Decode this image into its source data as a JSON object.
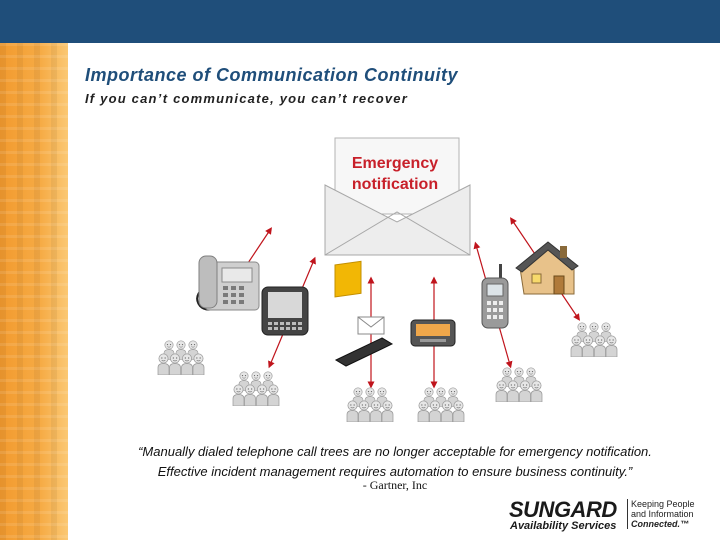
{
  "slide": {
    "title": "Importance of Communication Continuity",
    "subtitle": "If you can’t communicate, you can’t recover",
    "envelope_text_line1": "Emergency",
    "envelope_text_line2": "notification",
    "quote_line1": "“Manually dialed telephone call trees are no longer acceptable for emergency notification.",
    "quote_line2": "Effective incident management requires automation to ensure business continuity.”",
    "attribution": "- Gartner, Inc"
  },
  "logo": {
    "brand": "SUNGARD",
    "brand_sub": "Availability Services",
    "tagline_line1": "Keeping People",
    "tagline_line2": "and Information",
    "tagline_line3": "Connected.™"
  },
  "colors": {
    "header_blue": "#1f4e7a",
    "left_band_orange": "#f6ab45",
    "arrow_red": "#c0141c",
    "title_blue": "#1f4e7a",
    "envelope_red_text": "#c8202a"
  },
  "icons": [
    "envelope-icon",
    "desk-phone-icon",
    "pda-icon",
    "laptop-email-icon",
    "pager-icon",
    "cell-phone-icon",
    "house-icon",
    "people-group-icon"
  ]
}
